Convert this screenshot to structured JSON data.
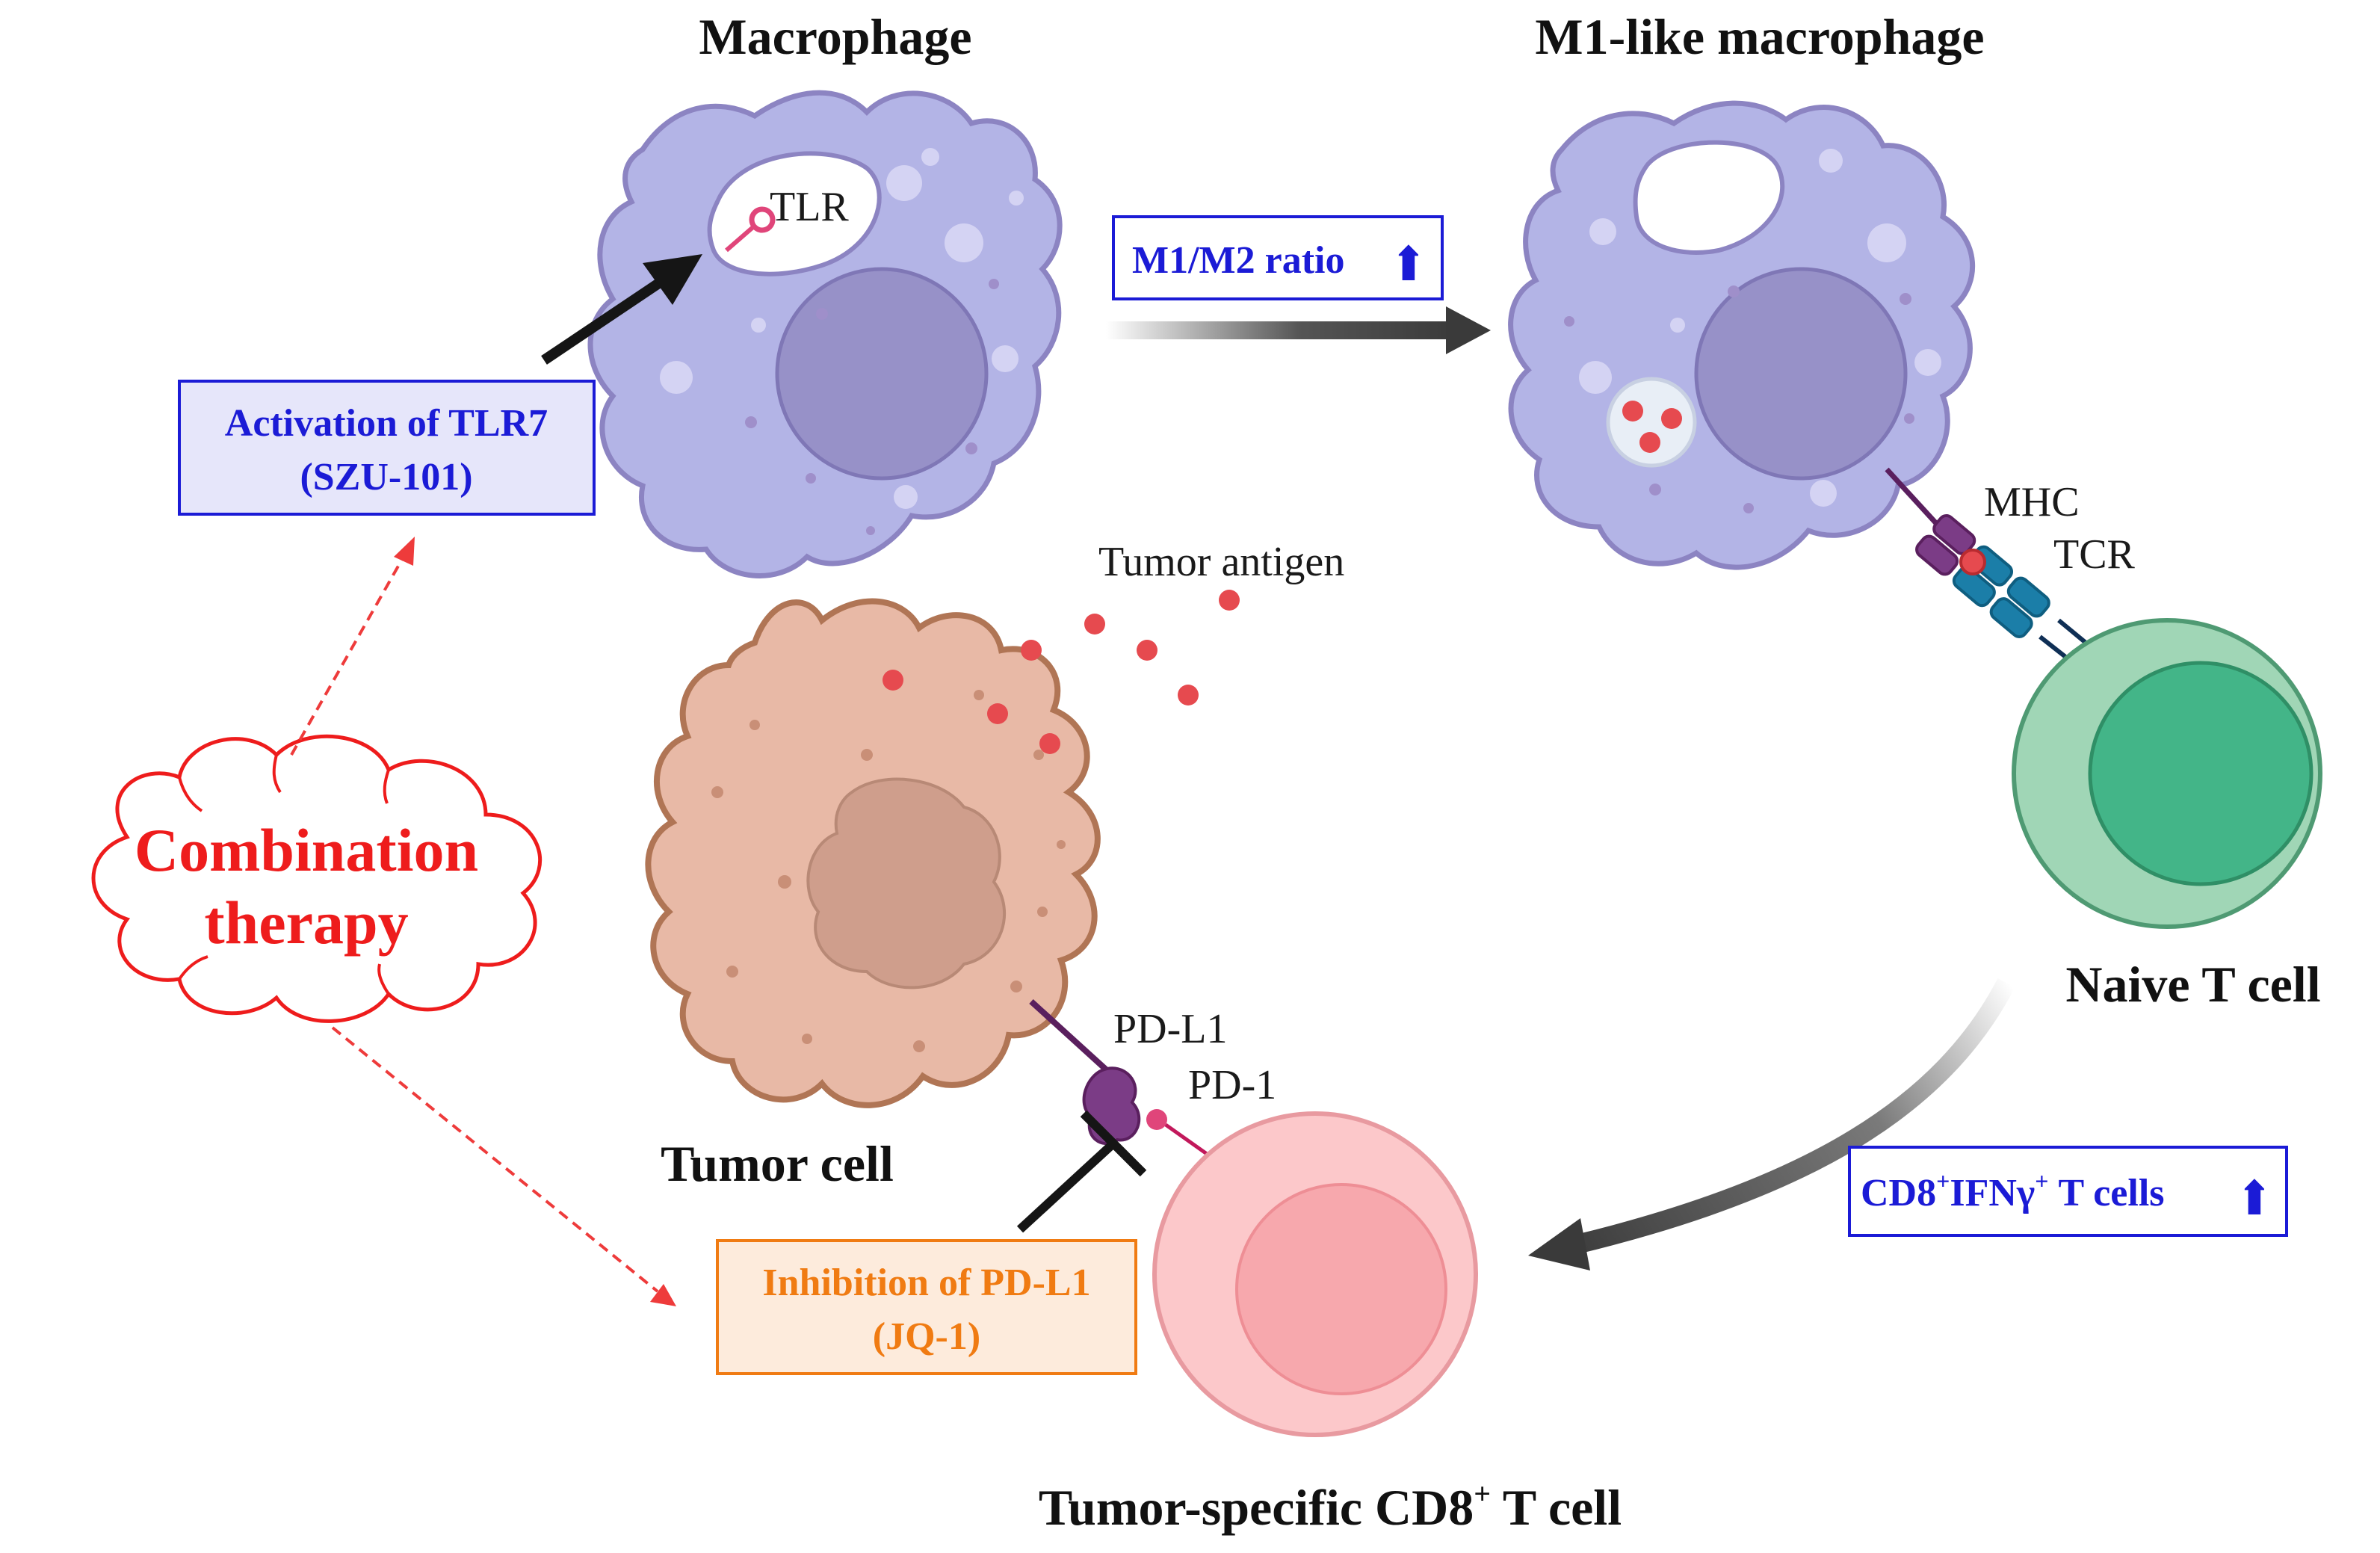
{
  "titles": {
    "macrophage": "Macrophage",
    "m1_macrophage": "M1-like macrophage",
    "naive_t": "Naive T cell",
    "tumor_cell": "Tumor cell",
    "cd8_prefix": "Tumor-specific CD8",
    "cd8_sup": "+",
    "cd8_suffix": " T cell"
  },
  "labels": {
    "tlr": "TLR",
    "tumor_antigen": "Tumor antigen",
    "mhc": "MHC",
    "tcr": "TCR",
    "pdl1": "PD-L1",
    "pd1": "PD-1"
  },
  "boxes": {
    "activation_line1": "Activation of TLR7",
    "activation_line2": "(SZU-101)",
    "inhibition_line1": "Inhibition of PD-L1",
    "inhibition_line2": "(JQ-1)",
    "m1m2": "M1/M2 ratio",
    "cd8ifn_part1": "CD8",
    "cd8ifn_sup1": "+",
    "cd8ifn_part2": "IFNγ",
    "cd8ifn_sup2": "+",
    "cd8ifn_part3": " T cells",
    "up_arrow": "⬆"
  },
  "cloud": {
    "line1": "Combination",
    "line2": "therapy"
  },
  "colors": {
    "macrophage_fill": "#b3b4e6",
    "macrophage_stroke": "#8c84c2",
    "nucleus_fill": "#9791c8",
    "tumor_fill": "#e8b9a6",
    "tumor_stroke": "#b07555",
    "tumor_nucleus": "#cf9e8c",
    "naive_fill": "#a0d6b6",
    "naive_nucleus": "#43b588",
    "cd8_fill": "#fcc8ca",
    "cd8_nucleus": "#f7a8ad",
    "antigen": "#e64a4f",
    "blue_text": "#1b1bd6",
    "orange_text": "#f07b12",
    "red_text": "#ee1c1c"
  }
}
